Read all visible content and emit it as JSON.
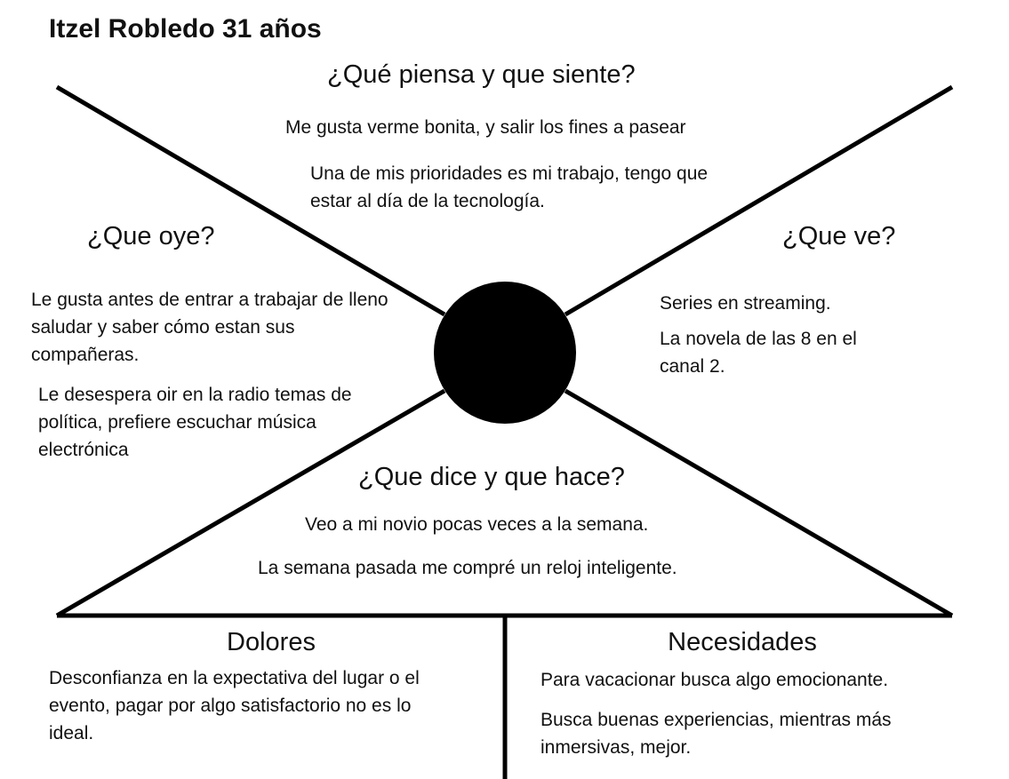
{
  "persona": {
    "name": "Itzel Robledo 31 años"
  },
  "think_feel": {
    "heading": "¿Qué piensa y que siente?",
    "items": [
      "Me gusta verme bonita, y salir los fines a pasear",
      "Una de mis prioridades es mi trabajo, tengo que estar al día de la tecnología."
    ]
  },
  "hear": {
    "heading": "¿Que oye?",
    "items": [
      "Le gusta antes de entrar a trabajar de lleno saludar y saber cómo estan sus compañeras.",
      "Le desespera oir en la radio temas de política, prefiere escuchar música electrónica"
    ]
  },
  "see": {
    "heading": "¿Que ve?",
    "items": [
      "Series en streaming.",
      "La novela de las 8 en el canal 2."
    ]
  },
  "say_do": {
    "heading": "¿Que dice y que hace?",
    "items": [
      "Veo a mi novio pocas veces a la semana.",
      "La semana pasada me compré un reloj inteligente."
    ]
  },
  "pains": {
    "heading": "Dolores",
    "text": "Desconfianza en la expectativa del lugar o el evento, pagar por algo satisfactorio no es lo ideal."
  },
  "needs": {
    "heading": "Necesidades",
    "items": [
      "Para vacacionar busca algo emocionante.",
      "Busca buenas experiencias, mientras más inmersivas, mejor."
    ]
  },
  "colors": {
    "ink": "#000000",
    "background": "#ffffff"
  }
}
